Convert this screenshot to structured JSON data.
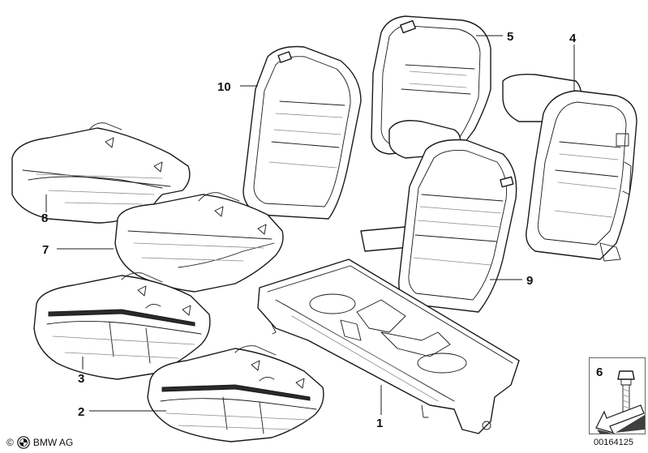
{
  "callouts": {
    "c1": "1",
    "c2": "2",
    "c3": "3",
    "c4": "4",
    "c5": "5",
    "c6": "6",
    "c7": "7",
    "c8": "8",
    "c9": "9",
    "c10": "10"
  },
  "footer": {
    "brand": "BMW AG",
    "logo_icon": "bmw-roundel-icon",
    "copyright_symbol": "©"
  },
  "doc_number": "00164125"
}
